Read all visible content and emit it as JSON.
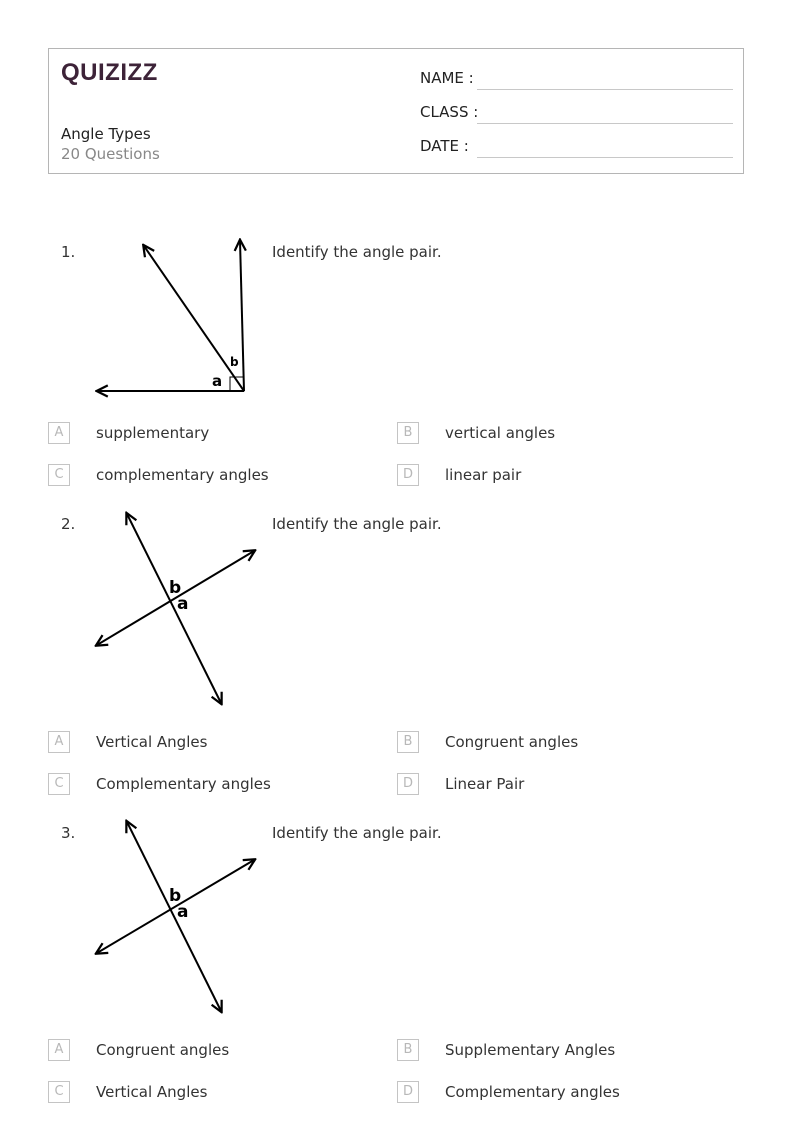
{
  "header": {
    "logo": "QUIZIZZ",
    "title": "Angle Types",
    "subtitle": "20 Questions",
    "fields": [
      {
        "label": "NAME :",
        "value": ""
      },
      {
        "label": "CLASS :",
        "value": ""
      },
      {
        "label": "DATE  :",
        "value": ""
      }
    ]
  },
  "questions": [
    {
      "number": "1.",
      "prompt": "Identify the angle pair.",
      "figure": {
        "type": "adjacent-complementary-angles",
        "labels": [
          "a",
          "b"
        ],
        "right_angle_marker": true
      },
      "options": [
        {
          "letter": "A",
          "text": "supplementary"
        },
        {
          "letter": "B",
          "text": "vertical angles"
        },
        {
          "letter": "C",
          "text": "complementary angles"
        },
        {
          "letter": "D",
          "text": "linear pair"
        }
      ]
    },
    {
      "number": "2.",
      "prompt": "Identify the angle pair.",
      "figure": {
        "type": "intersecting-lines",
        "labels": [
          "b",
          "a"
        ]
      },
      "options": [
        {
          "letter": "A",
          "text": "Vertical Angles"
        },
        {
          "letter": "B",
          "text": "Congruent angles"
        },
        {
          "letter": "C",
          "text": "Complementary angles"
        },
        {
          "letter": "D",
          "text": "Linear Pair"
        }
      ]
    },
    {
      "number": "3.",
      "prompt": "Identify the angle pair.",
      "figure": {
        "type": "intersecting-lines",
        "labels": [
          "b",
          "a"
        ]
      },
      "options": [
        {
          "letter": "A",
          "text": "Congruent angles"
        },
        {
          "letter": "B",
          "text": "Supplementary Angles"
        },
        {
          "letter": "C",
          "text": "Vertical Angles"
        },
        {
          "letter": "D",
          "text": "Complementary angles"
        }
      ]
    }
  ]
}
